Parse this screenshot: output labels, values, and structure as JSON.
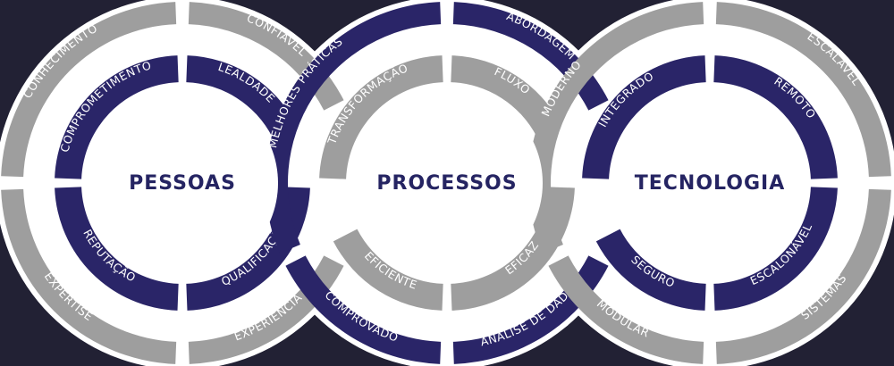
{
  "colors": {
    "background": "#222134",
    "navy": "#2a2568",
    "gray": "#9e9e9e",
    "white": "#ffffff"
  },
  "circles": [
    {
      "title": "PESSOAS"
    },
    {
      "title": "PROCESSOS"
    },
    {
      "title": "TECNOLOGIA"
    }
  ],
  "labels": {
    "conhecimento": "CONHECIMENTO",
    "confiavel": "CONFIÁVEL",
    "comprometimento": "COMPROMETIMENTO",
    "lealdade": "LEALDADE",
    "reputacao": "REPUTAÇÃO",
    "qualificacao": "QUALIFICAÇÃO",
    "expertise": "EXPERTISE",
    "experiencia": "EXPERIÊNCIA",
    "melhores_praticas": "MELHORES PRÁTICAS",
    "abordagem": "ABORDAGEM",
    "transformacao": "TRANSFORMAÇÃO",
    "fluxo": "FLUXO",
    "eficiente": "EFICIENTE",
    "eficaz": "EFICAZ",
    "comprovado": "COMPROVADO",
    "analise_de_dados": "ANÁLISE DE DADOS",
    "moderno": "MODERNO",
    "escalavel": "ESCALÁVEL",
    "integrado": "INTEGRADO",
    "remoto": "REMOTO",
    "seguro": "SEGURO",
    "escalonavel": "ESCALONÁVEL",
    "modular": "MODULAR",
    "sistemas": "SISTEMAS"
  }
}
